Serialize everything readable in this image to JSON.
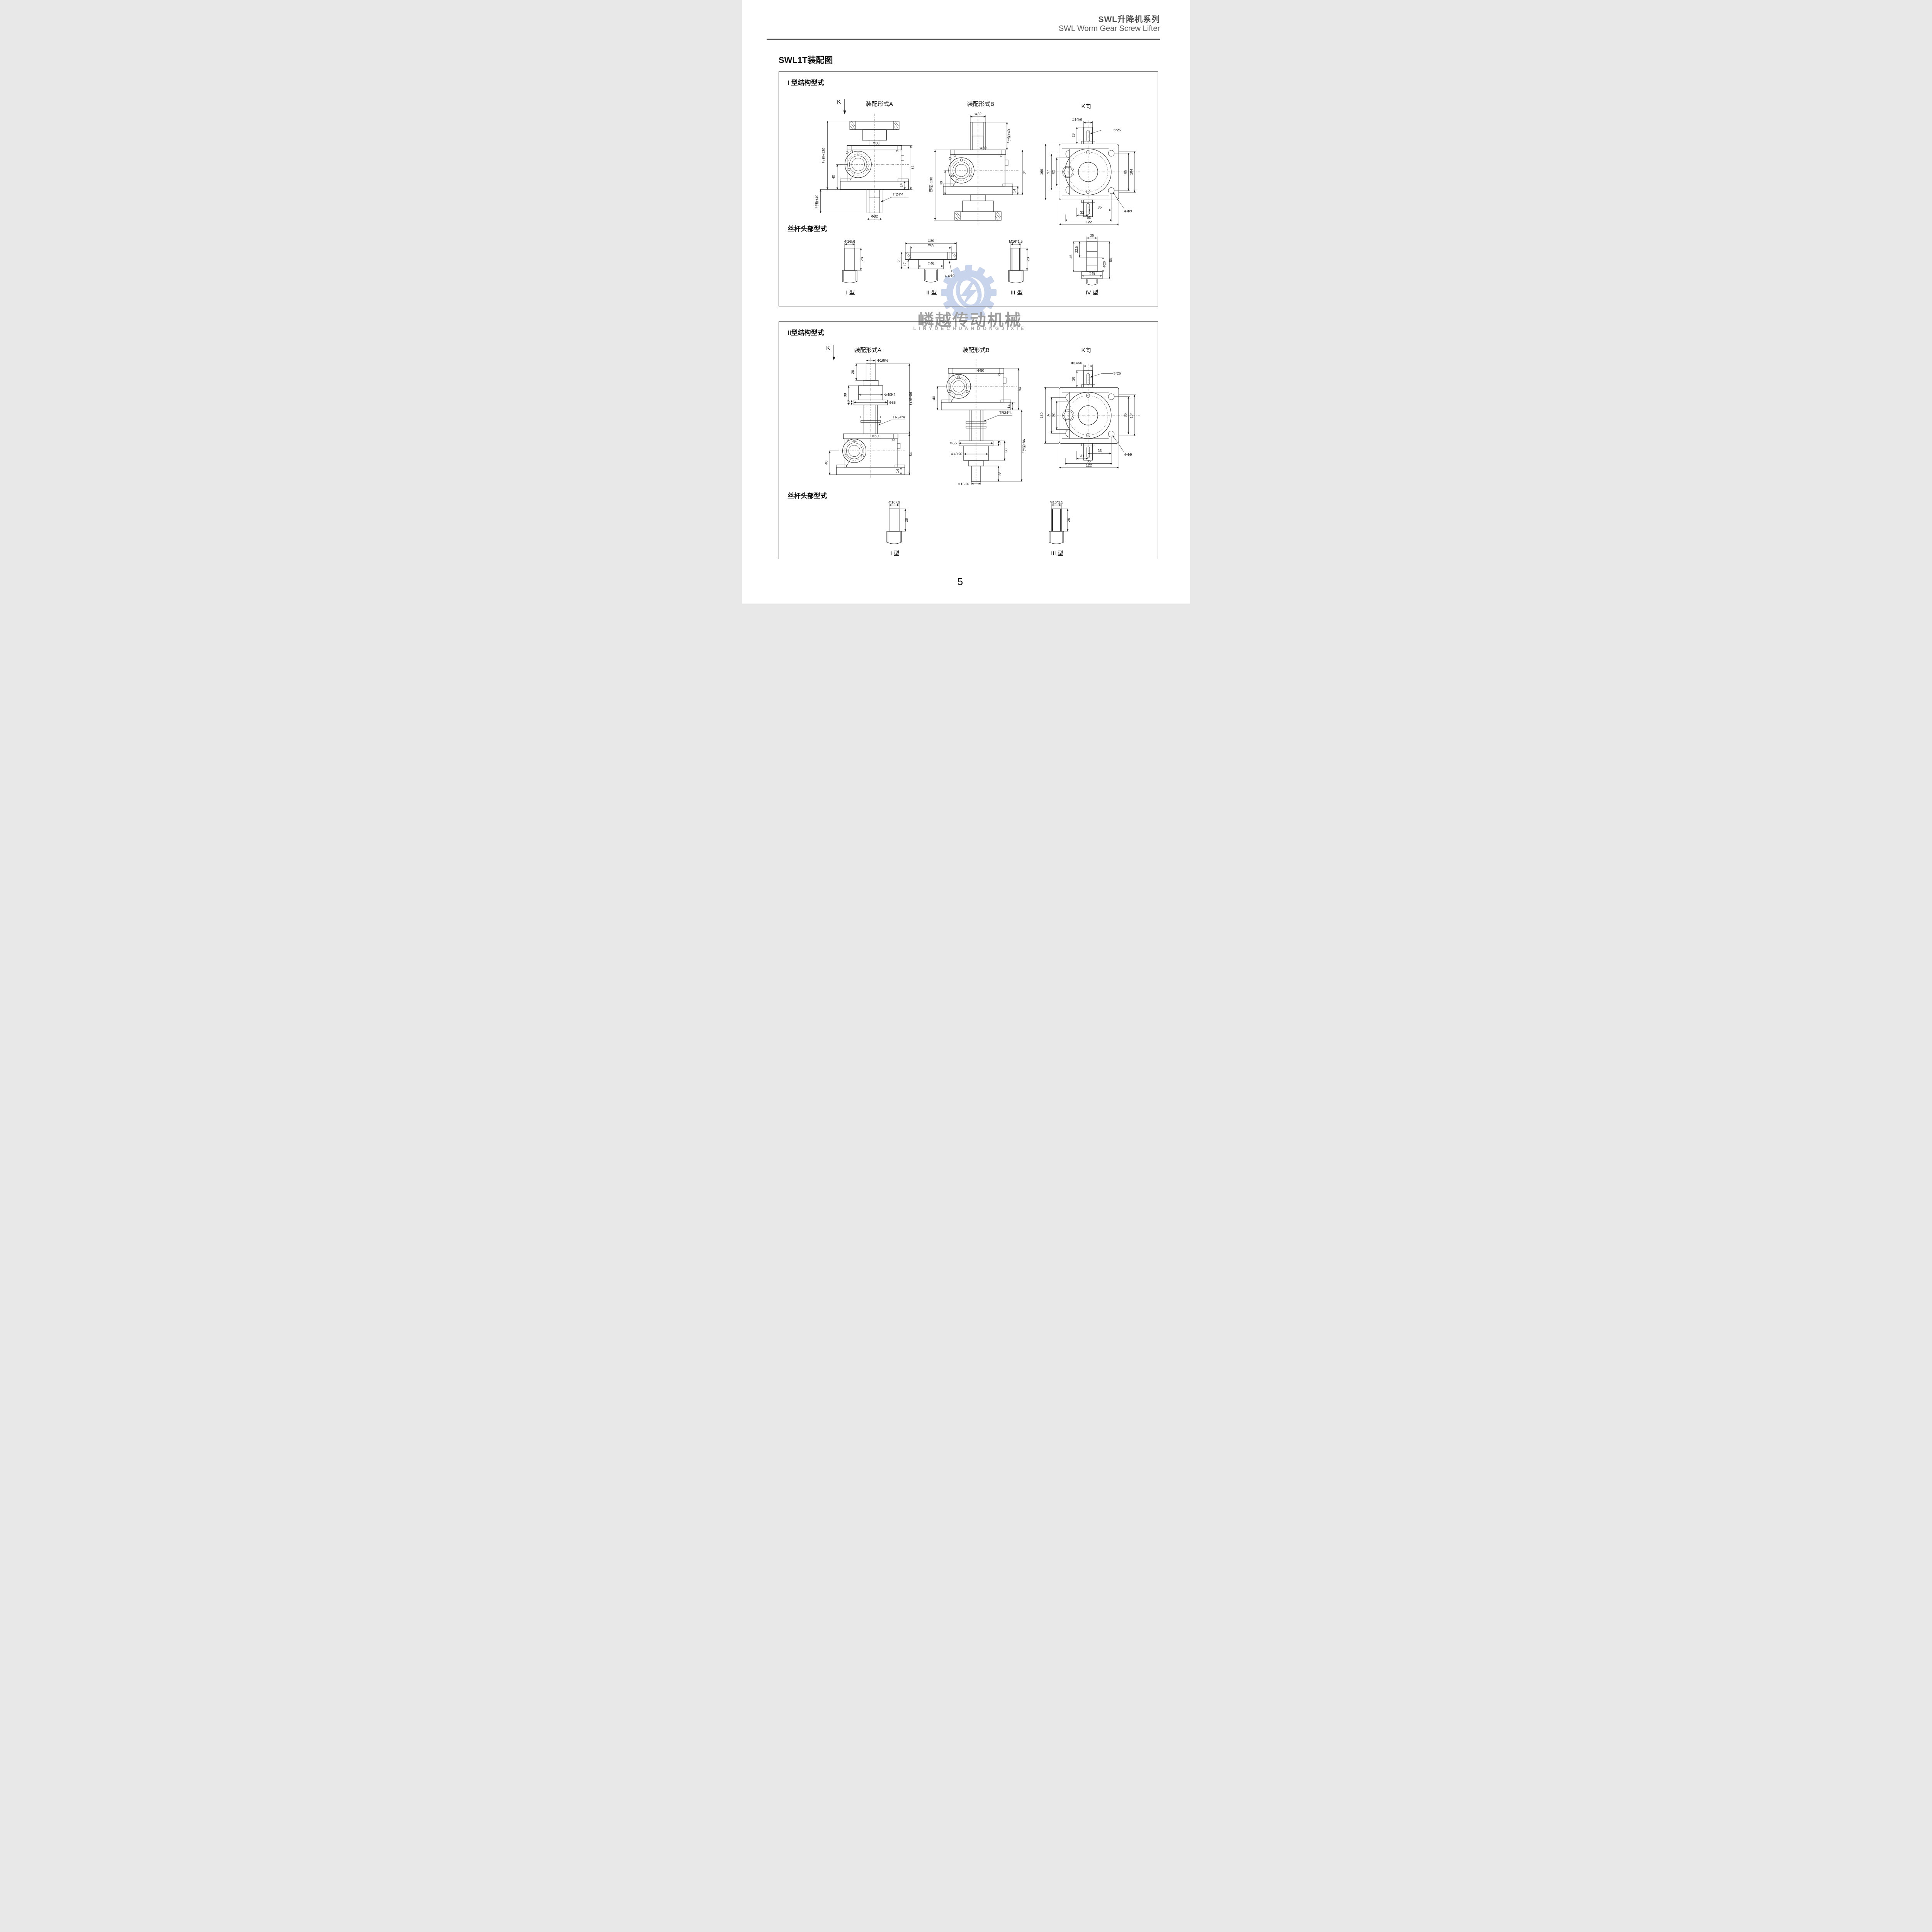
{
  "header": {
    "title_cn": "SWL升降机系列",
    "title_en": "SWL Worm Gear Screw Lifter"
  },
  "page": {
    "heading": "SWL1T装配图",
    "number": "5"
  },
  "watermark": {
    "brand_cn": "嶙越传动机械",
    "brand_latin": "LINYUECHUANDONGJIXIE",
    "gear_icon": "gear-lightning-monogram",
    "gear_color": "#c7d4eb",
    "text_color": "#9e9e9e"
  },
  "section1": {
    "title": "I 型结构型式",
    "k_label": "K",
    "form_a": {
      "title": "装配形式A",
      "dims": {
        "stroke130": "行程+130",
        "d40": "40",
        "phi80": "Φ80",
        "h84": "84",
        "h14": "14",
        "stroke40": "行程+40",
        "thread": "Tr24*4",
        "phi32": "Φ32"
      }
    },
    "form_b": {
      "title": "装配形式B",
      "dims": {
        "phi32": "Φ32",
        "stroke40": "行程+40",
        "phi80": "Φ80",
        "stroke130": "行程+130",
        "d40": "40",
        "h84": "84",
        "h14": "14"
      }
    },
    "view_k": {
      "title": "K向",
      "dims": {
        "shaft": "Φ14k6",
        "keyway": "5*25",
        "l28": "28",
        "h160": "160",
        "h97": "97",
        "h62": "62",
        "v85": "85",
        "v104": "104",
        "w35": "35",
        "w31": "31",
        "w95": "95",
        "w122": "122",
        "holes": "4-Φ9"
      }
    },
    "heads_title": "丝杆头部型式",
    "head1": {
      "caption": "I 型",
      "d_top": "Φ16k6",
      "l28": "28"
    },
    "head2": {
      "caption": "II 型",
      "phi80": "Φ80",
      "phi65": "Φ65",
      "h25": "25",
      "h17": "17",
      "phi40": "Φ40",
      "holes": "4-Φ10"
    },
    "head3": {
      "caption": "III 型",
      "d_top": "M16*1.5",
      "l28": "28"
    },
    "head4": {
      "caption": "IV 型",
      "w25": "25",
      "h45": "45",
      "h22_5": "22,5",
      "phi20": "Φ20",
      "h65": "65",
      "phi45": "Φ45"
    }
  },
  "section2": {
    "title": "II型结构型式",
    "k_label": "K",
    "form_a": {
      "title": "装配形式A",
      "dims": {
        "tip": "Φ16K6",
        "l28": "28",
        "l38": "38",
        "l10": "10",
        "phi40k6": "Φ40K6",
        "phi55": "Φ55",
        "thread": "TR24*4",
        "stroke86": "行程+86",
        "phi80": "Φ80",
        "h84": "84",
        "d40": "40",
        "h14": "14"
      }
    },
    "form_b": {
      "title": "装配形式B",
      "dims": {
        "phi80": "Φ80",
        "h84": "84",
        "d40": "40",
        "h14": "14",
        "thread": "TR24*4",
        "phi55": "Φ55",
        "l10": "10",
        "phi40k6": "Φ40K6",
        "l38": "38",
        "stroke86": "行程+86",
        "l28": "28",
        "tip": "Φ16K6"
      }
    },
    "view_k": {
      "title": "K向",
      "dims": {
        "shaft": "Φ14K6",
        "keyway": "5*25",
        "l28": "28",
        "h160": "160",
        "h97": "97",
        "h62": "62",
        "v85": "85",
        "v104": "104",
        "w35": "35",
        "w31": "31",
        "w95": "95",
        "w122": "122",
        "holes": "4-Φ9"
      }
    },
    "heads_title": "丝杆头部型式",
    "head1": {
      "caption": "I 型",
      "d_top": "Φ16K6",
      "l28": "28"
    },
    "head3": {
      "caption": "III 型",
      "d_top": "M16*1.5",
      "l28": "28"
    }
  }
}
